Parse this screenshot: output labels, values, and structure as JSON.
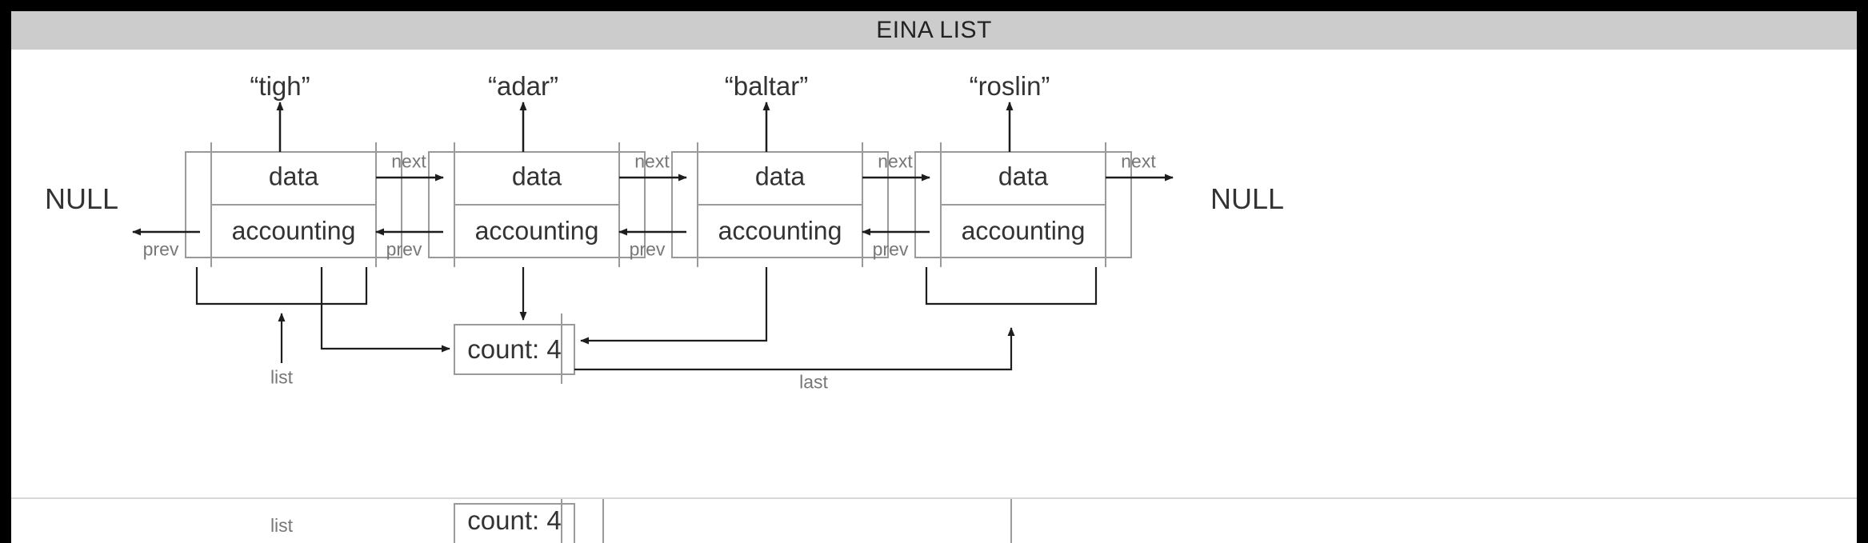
{
  "window": {
    "title": "EINA LIST"
  },
  "diagram": {
    "type": "doubly-linked-list",
    "terminators": {
      "left_null": "NULL",
      "right_null": "NULL"
    },
    "pointer_labels": {
      "next": "next",
      "prev": "prev",
      "list": "list",
      "last": "last"
    },
    "node_fields": {
      "data": "data",
      "accounting": "accounting"
    },
    "nodes": [
      {
        "string": "“tigh”",
        "data": "data",
        "accounting": "accounting"
      },
      {
        "string": "“adar”",
        "data": "data",
        "accounting": "accounting"
      },
      {
        "string": "“baltar”",
        "data": "data",
        "accounting": "accounting"
      },
      {
        "string": "“roslin”",
        "data": "data",
        "accounting": "accounting"
      }
    ],
    "next_labels": [
      "next",
      "next",
      "next",
      "next"
    ],
    "prev_labels": [
      "prev",
      "prev",
      "prev",
      "prev"
    ],
    "accounting_block": {
      "count_label": "count: 4",
      "count_value": 4
    },
    "colors": {
      "titlebar_bg": "#cccccc",
      "canvas_bg": "#ffffff",
      "frame_bg": "#000000",
      "box_stroke": "#999999",
      "arrow_stroke": "#222222",
      "text_dark": "#333333",
      "text_muted": "#777777"
    }
  },
  "bottom_strip": {
    "list_label": "list",
    "count_label": "count: 4"
  }
}
